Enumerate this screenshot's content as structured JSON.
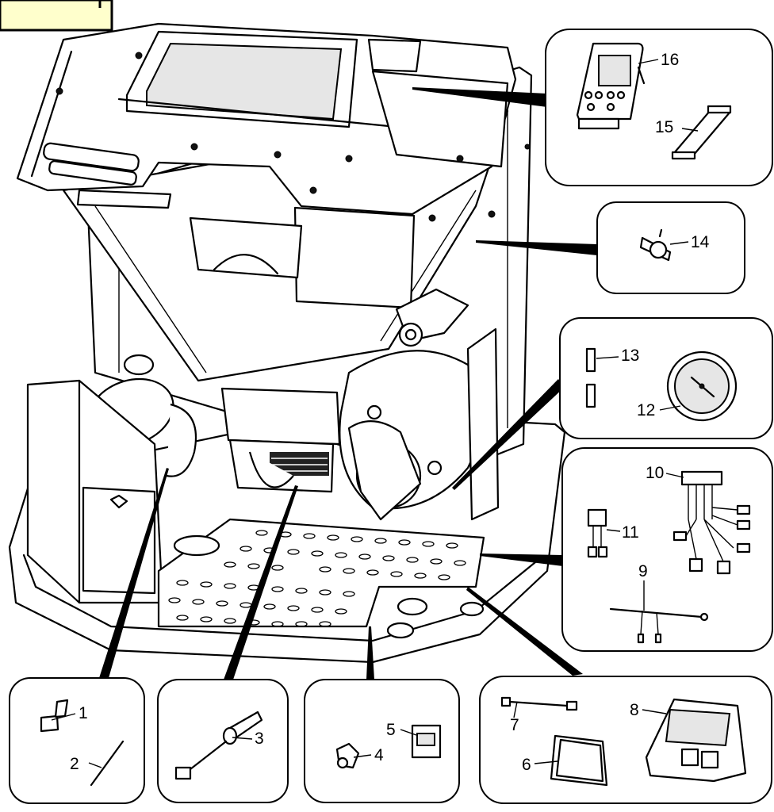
{
  "corner_tag": {
    "text": "",
    "fill_color": "#ffffcc"
  },
  "callouts": [
    {
      "id": "1",
      "label": "1"
    },
    {
      "id": "2",
      "label": "2"
    },
    {
      "id": "3",
      "label": "3"
    },
    {
      "id": "4",
      "label": "4"
    },
    {
      "id": "5",
      "label": "5"
    },
    {
      "id": "6",
      "label": "6"
    },
    {
      "id": "7",
      "label": "7"
    },
    {
      "id": "8",
      "label": "8"
    },
    {
      "id": "9",
      "label": "9"
    },
    {
      "id": "10",
      "label": "10"
    },
    {
      "id": "11",
      "label": "11"
    },
    {
      "id": "12",
      "label": "12"
    },
    {
      "id": "13",
      "label": "13"
    },
    {
      "id": "14",
      "label": "14"
    },
    {
      "id": "15",
      "label": "15"
    },
    {
      "id": "16",
      "label": "16"
    }
  ]
}
